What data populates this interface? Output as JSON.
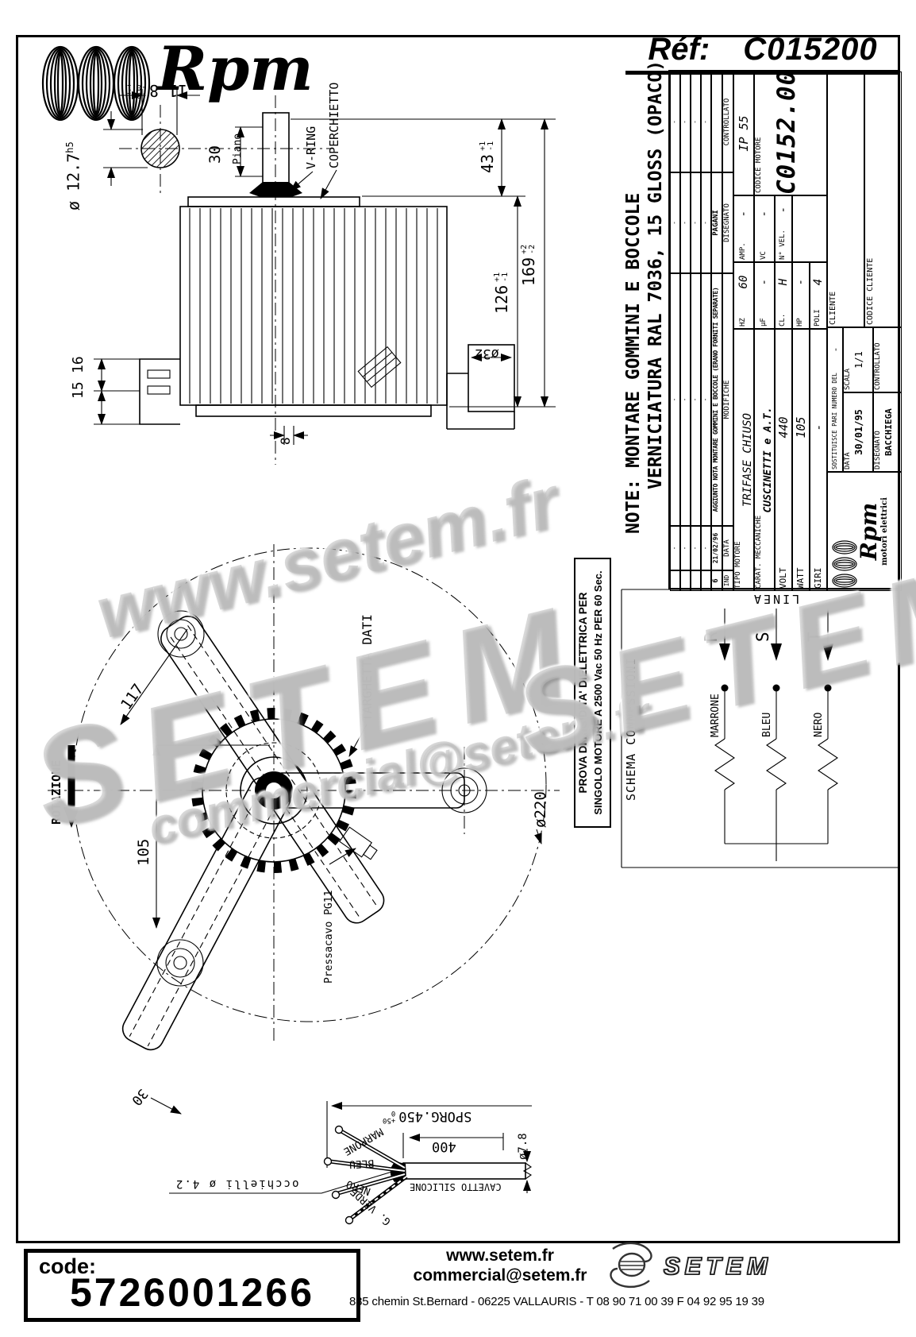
{
  "header": {
    "brand": "Rpm",
    "ref_label": "Réf:",
    "ref_value": "C015200"
  },
  "note": {
    "line1": "NOTE: MONTARE GOMMINI E BOCCOLE",
    "line2": "VERNICIATURA RAL 7036, 15 GLOSS (OPACO)"
  },
  "title_block": {
    "modifications": {
      "rows": [
        {
          "ind": "",
          "data": "-",
          "desc": "-",
          "dis": "-",
          "con": "-"
        },
        {
          "ind": "",
          "data": "-",
          "desc": "-",
          "dis": "-",
          "con": "-"
        },
        {
          "ind": "",
          "data": "-",
          "desc": "-",
          "dis": "-",
          "con": "-"
        },
        {
          "ind": "",
          "data": "-",
          "desc": "-",
          "dis": "-",
          "con": "-"
        }
      ],
      "active": {
        "ind": "6",
        "data": "21/02/96",
        "desc": "AGGIUNTO NOTA MONTARE GOMMINI E BOCCOLE (ERANO FORNITI SEPARATE)",
        "dis": "PAGANI",
        "con": ""
      },
      "headers": {
        "ind": "IND",
        "data": "DATA",
        "modifiche": "MODIFICHE",
        "disegnato": "DISEGNATO",
        "controllato": "CONTROLLATO"
      }
    },
    "specs": {
      "tipo_label": "TIPO MOTORE",
      "tipo": "TRIFASE CHIUSO",
      "carat_label": "CARAT. MECCANICHE",
      "carat": "CUSCINETTI e A.T.",
      "volt_label": "VOLT",
      "volt": "440",
      "watt_label": "WATT",
      "watt": "105",
      "giri_label": "GIRI",
      "giri": "-",
      "hz_label": "HZ",
      "hz": "60",
      "uf_label": "µF",
      "uf": "-",
      "cl_label": "CL.",
      "cl": "H",
      "hp_label": "HP",
      "hp": "-",
      "poli_label": "POLI",
      "poli": "4",
      "amp_label": "AMP.",
      "amp": "-",
      "vc_label": "VC",
      "vc": "-",
      "nvel_label": "N° VEL.",
      "nvel": "-",
      "ip": "IP 55",
      "codice_motore_label": "CODICE MOTORE",
      "codice_motore": "C0152.00"
    },
    "bottom": {
      "logo_text": "Rpm",
      "logo_sub": "motori elettrici",
      "sostituisce_label": "SOSTITUISCE PARI NUMERO DEL",
      "sostituisce": "-",
      "data_label": "DATA",
      "data": "30/01/95",
      "scala_label": "SCALA",
      "scala": "1/1",
      "disegnato_label": "DISEGNATO",
      "disegnato": "BACCHIEGA",
      "controllato_label": "CONTROLLATO",
      "controllato": "",
      "cliente_label": "CLIENTE",
      "codice_cliente_label": "CODICE CLIENTE"
    }
  },
  "prova": {
    "line1": "PROVA DI RIGIDITA' DIELETTRICA PER",
    "line2": "SINGOLO MOTORE A 2500 Vac 50 Hz PER 60 Sec."
  },
  "schema": {
    "title": "SCHEMA CONNESSIONI",
    "linea": "LINEA",
    "phase_r": "R",
    "phase_s": "S",
    "phase_t": "T",
    "wire_r": "MARRONE",
    "wire_s": "BLEU",
    "wire_t": "NERO"
  },
  "drawing": {
    "top_view": {
      "d11_8": "11.8",
      "d11_8_tp": "+0.1",
      "d11_8_tm": "-0.1",
      "d12_7": "ø 12.7",
      "d12_7_fit": "h5",
      "d30": "30",
      "piano": "Piano",
      "vring": "V-RING",
      "coperchietto": "COPERCHIETTO",
      "d43": "43",
      "d43_tp": "+1",
      "d43_tm": "-1",
      "d126": "126",
      "d126_tp": "+1",
      "d126_tm": "-1",
      "d169": "169",
      "d169_tp": "+2",
      "d169_tm": "-2",
      "d32": "ø32",
      "d16": "16",
      "d15": "15",
      "d8": "8"
    },
    "front_view": {
      "rotazione": "ROTAZIONE",
      "d117": "117",
      "d105": "105",
      "d220": "ø220",
      "targhetta": "TARGHETTA DATI",
      "pressacavo": "Pressacavo PG11",
      "d30": "30"
    },
    "cable": {
      "sporg": "SPORG.450",
      "sporg_tp": "+50",
      "sporg_tm": "0",
      "d400": "400",
      "occhielli": "occhielli ø 4.2",
      "cavetto": "CAVETTO SILICONE",
      "d78": "ø7.8",
      "w1": "MARRONE",
      "w2": "BLEU",
      "w3": "NERO",
      "w4": "G. VERDE"
    }
  },
  "watermark": {
    "www": "www.setem.fr",
    "brand": "SETEM",
    "email": "commercial@setem.fr"
  },
  "footer": {
    "code_label": "code:",
    "code": "5726001266",
    "www": "www.setem.fr",
    "email": "commercial@setem.fr",
    "address": "885 chemin St.Bernard  -  06225 VALLAURIS  -  T 08 90 71 00 39   F 04 92 95 19 39",
    "brand": "SETEM"
  }
}
